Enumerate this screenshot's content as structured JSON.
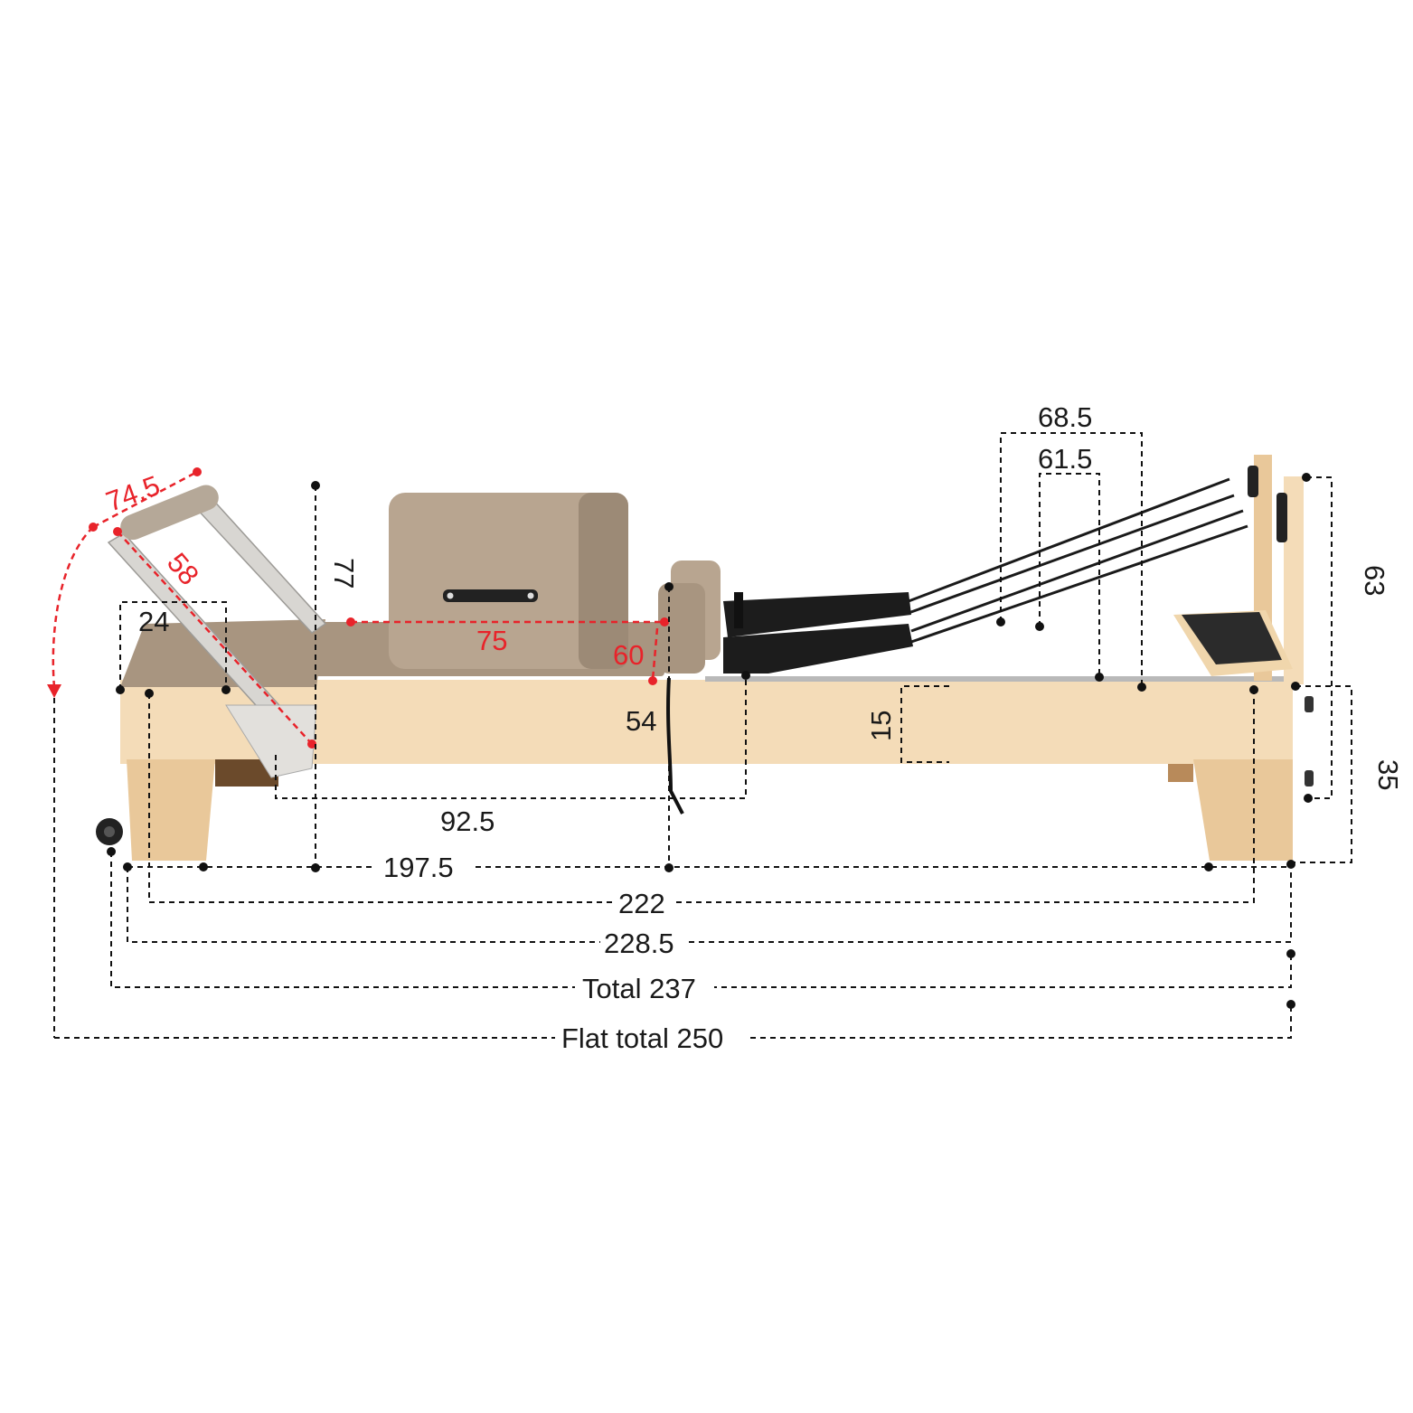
{
  "diagram": {
    "subject": "Pilates reformer side-view with dimensions",
    "unit_note": "",
    "colors": {
      "dimension_black": "#111111",
      "dimension_red": "#e8232a",
      "wood": "#f4dcb8",
      "upholstery": "#a89580",
      "straps": "#1c1c1c"
    },
    "dimensions": {
      "frame_arc_length": "74.5",
      "tower_bar_length": "58",
      "headrest_width": "24",
      "box_height_from_floor": "77",
      "box_length_red": "75",
      "box_height_red": "60",
      "shoulder_rest_height": "54",
      "carriage_span": "92.5",
      "rope_span_outer": "68.5",
      "rope_span_inner": "61.5",
      "tower_height": "63",
      "frame_side_height": "15",
      "end_frame_height": "35",
      "leg_span": "197.5",
      "inner_length": "222",
      "frame_length": "228.5",
      "total_length": "Total 237",
      "flat_total_length": "Flat total 250"
    }
  }
}
